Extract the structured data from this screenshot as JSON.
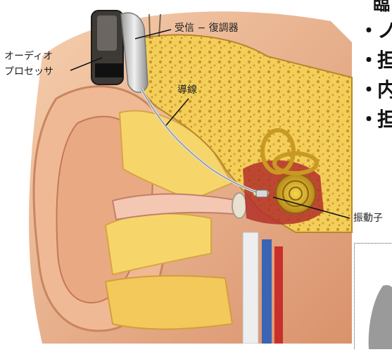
{
  "labels": {
    "processor_line1": "オーディオ",
    "processor_line2": "プロセッサ",
    "receiver": "受信 − 復調器",
    "wire": "導線",
    "transducer": "振動子"
  },
  "bullets": [
    {
      "mark": "・",
      "text": "ノ"
    },
    {
      "mark": "・",
      "text": "担"
    },
    {
      "mark": "・",
      "text": "内"
    },
    {
      "mark": "・",
      "text": "担"
    }
  ],
  "heading_fragment": "臨"
}
